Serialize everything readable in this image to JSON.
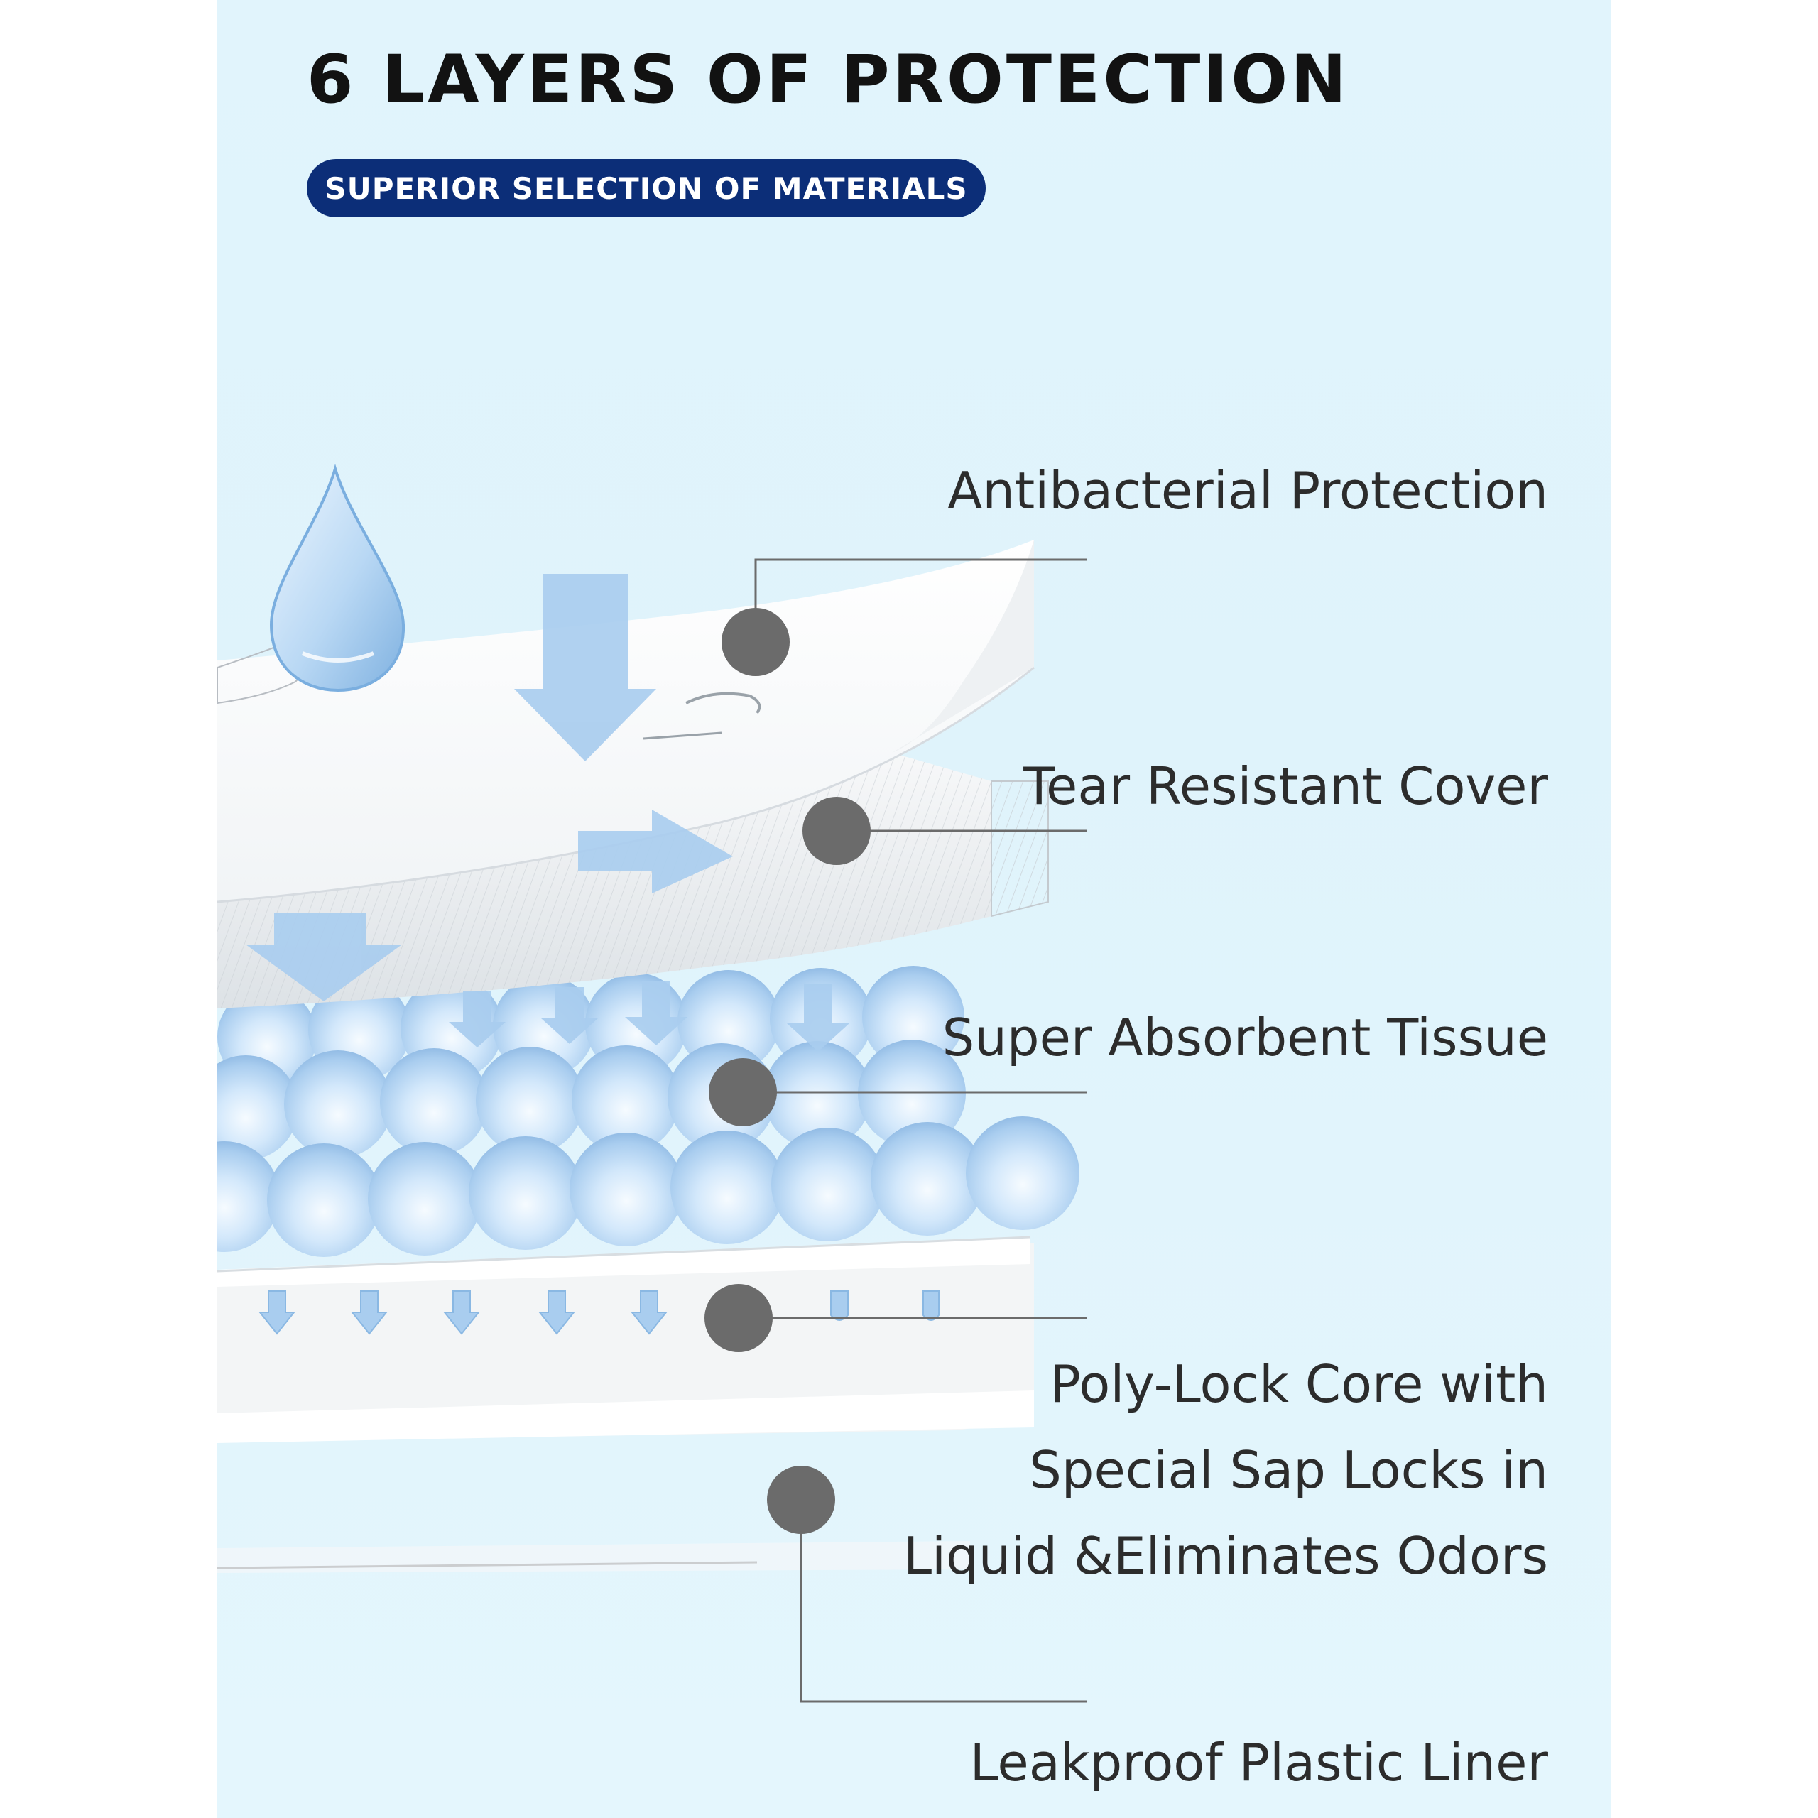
{
  "title": "6 LAYERS OF PROTECTION",
  "badge": "SUPERIOR SELECTION OF MATERIALS",
  "layers": [
    {
      "label": "Antibacterial Protection"
    },
    {
      "label": "Tear Resistant Cover"
    },
    {
      "label": "Super Absorbent Tissue"
    },
    {
      "lines": [
        "Poly-Lock Core with",
        "Special Sap Locks in",
        "Liquid &Eliminates Odors"
      ]
    },
    {
      "label": "Leakproof Plastic Liner"
    }
  ],
  "colors": {
    "background": "#e1f4fc",
    "badge": "#0c2e78",
    "title": "#121212",
    "label": "#2c2c2c",
    "marker": "#6b6b6b",
    "arrow": "#a9cdef"
  }
}
